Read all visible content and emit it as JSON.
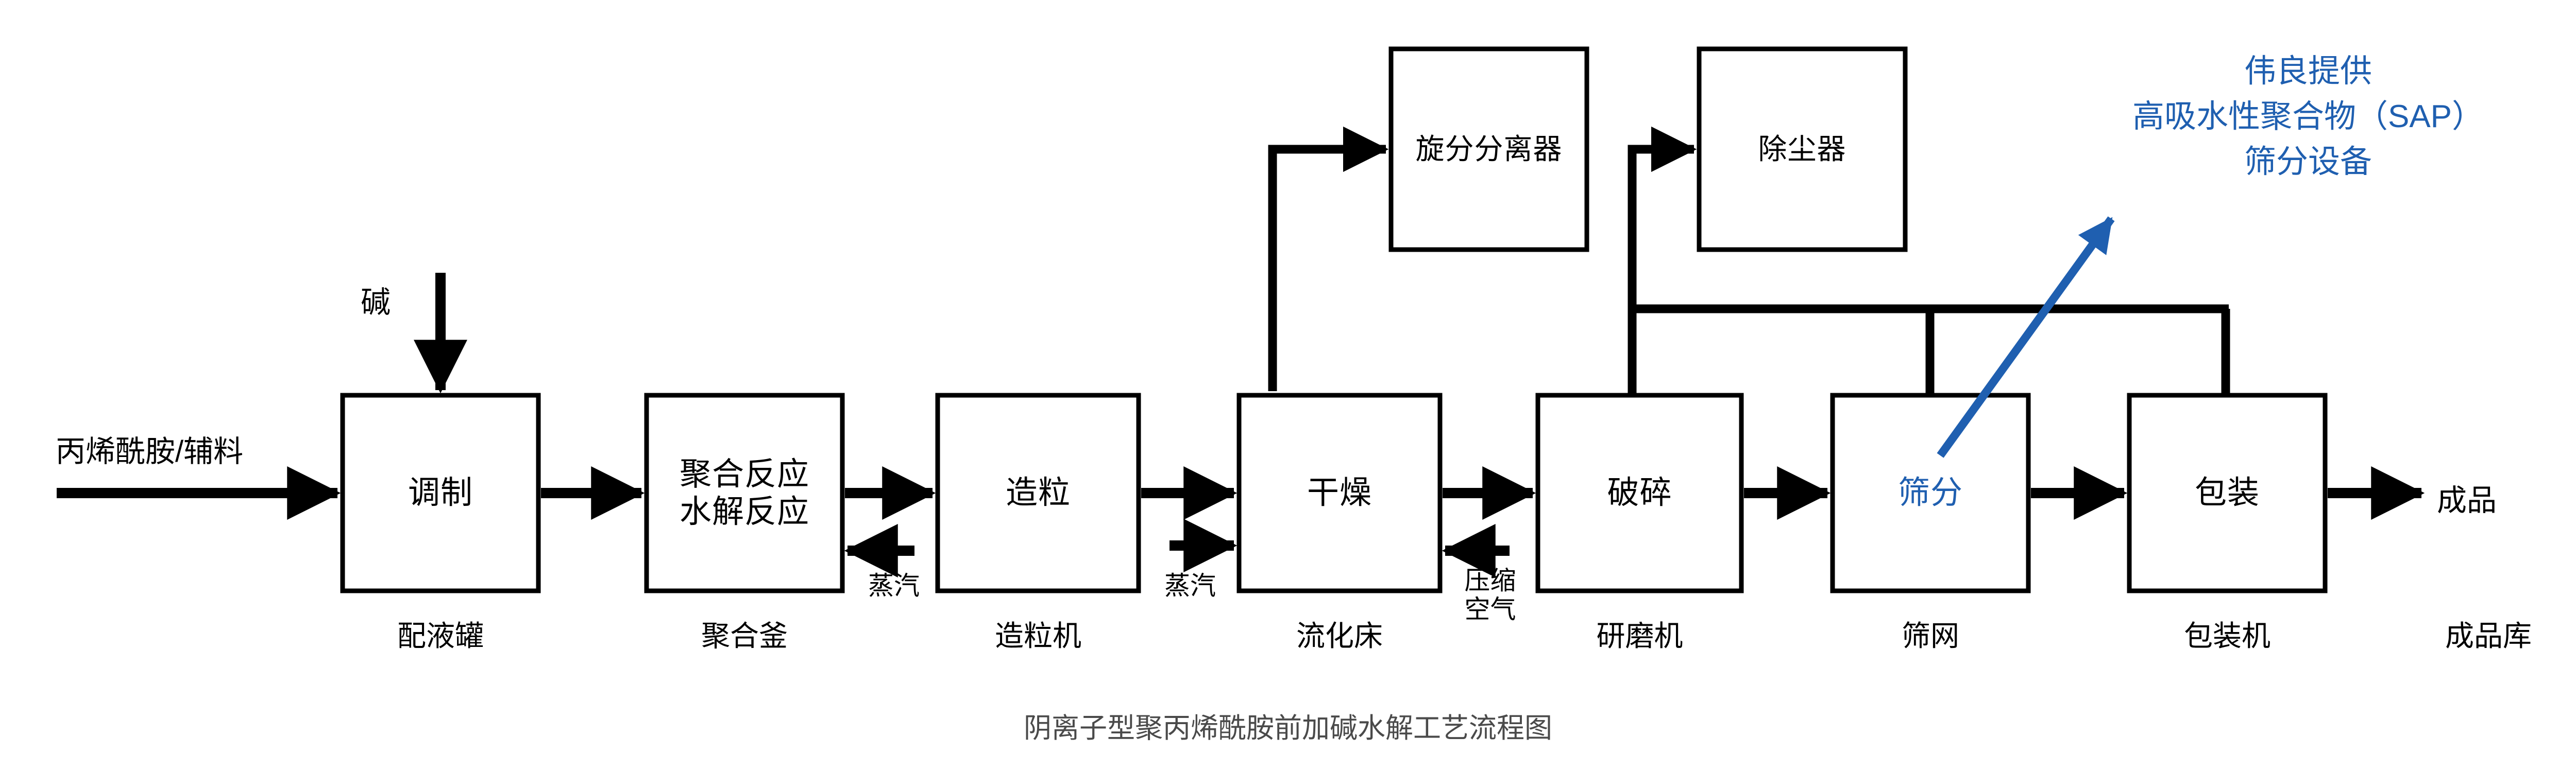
{
  "diagram": {
    "caption": "阴离子型聚丙烯酰胺前加碱水解工艺流程图",
    "colors": {
      "line": "#000000",
      "box_stroke": "#000000",
      "accent_blue": "#1F5FB0",
      "caption_gray": "#4A4A4A",
      "background": "#FFFFFF"
    }
  },
  "inputs": {
    "feed": "丙烯酰胺/辅料",
    "alkali": "碱"
  },
  "outputs": {
    "product": "成品",
    "product_store": "成品库"
  },
  "process_nodes": [
    {
      "id": "mix",
      "label": "调制",
      "equipment": "配液罐",
      "blue": false
    },
    {
      "id": "polymer",
      "label_line1": "聚合反应",
      "label_line2": "水解反应",
      "equipment": "聚合釜",
      "blue": false
    },
    {
      "id": "granulate",
      "label": "造粒",
      "equipment": "造粒机",
      "blue": false
    },
    {
      "id": "dry",
      "label": "干燥",
      "equipment": "流化床",
      "blue": false
    },
    {
      "id": "crush",
      "label": "破碎",
      "equipment": "研磨机",
      "blue": false
    },
    {
      "id": "screen",
      "label": "筛分",
      "equipment": "筛网",
      "blue": true
    },
    {
      "id": "pack",
      "label": "包装",
      "equipment": "包装机",
      "blue": false
    }
  ],
  "aux_nodes": [
    {
      "id": "cyclone",
      "label": "旋分分离器"
    },
    {
      "id": "dust",
      "label": "除尘器"
    }
  ],
  "utility_streams": [
    {
      "id": "steam-polymer",
      "label": "蒸汽",
      "target": "聚合釜"
    },
    {
      "id": "steam-dry",
      "label": "蒸汽",
      "target": "流化床"
    },
    {
      "id": "air-dry",
      "label_line1": "压缩",
      "label_line2": "空气",
      "target": "流化床"
    }
  ],
  "annotation": {
    "line1": "伟良提供",
    "line2": "高吸水性聚合物（SAP）",
    "line3": "筛分设备"
  },
  "icons": {
    "arrow_right": "arrow-right-icon",
    "arrow_left": "arrow-left-icon",
    "arrow_down": "arrow-down-icon",
    "callout_arrow": "callout-arrow-icon"
  }
}
